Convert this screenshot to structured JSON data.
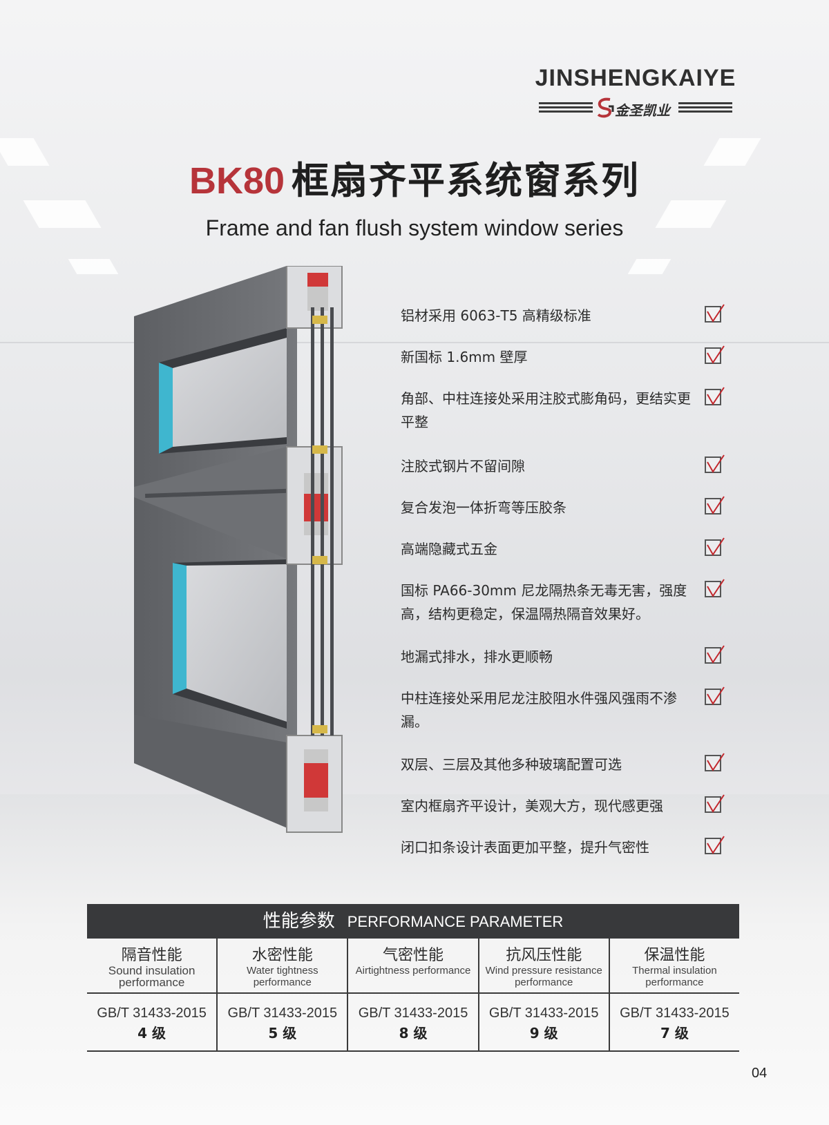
{
  "brand": {
    "name_en": "JINSHENGKAIYE",
    "name_cn": "金圣凯业"
  },
  "title": {
    "model": "BK80",
    "cn": "框扇齐平系统窗系列",
    "en": "Frame and fan flush system window series"
  },
  "features": [
    "铝材采用 6063-T5 高精级标准",
    "新国标 1.6mm 壁厚",
    "角部、中柱连接处采用注胶式膨角码，更结实更平整",
    "注胶式钢片不留间隙",
    "复合发泡一体折弯等压胶条",
    "高端隐藏式五金",
    "国标 PA66-30mm 尼龙隔热条无毒无害，强度高，结构更稳定，保温隔热隔音效果好。",
    "地漏式排水，排水更顺畅",
    "中柱连接处采用尼龙注胶阻水件强风强雨不渗漏。",
    "双层、三层及其他多种玻璃配置可选",
    "室内框扇齐平设计，美观大方，现代感更强",
    "闭口扣条设计表面更加平整，提升气密性"
  ],
  "performance": {
    "title_cn": "性能参数",
    "title_en": "PERFORMANCE PARAMETER",
    "columns": [
      {
        "cn": "隔音性能",
        "en": "Sound insulation performance",
        "standard": "GB/T 31433-2015",
        "grade": "4 级"
      },
      {
        "cn": "水密性能",
        "en": "Water tightness performance",
        "standard": "GB/T 31433-2015",
        "grade": "5 级"
      },
      {
        "cn": "气密性能",
        "en": "Airtightness performance",
        "standard": "GB/T 31433-2015",
        "grade": "8 级"
      },
      {
        "cn": "抗风压性能",
        "en": "Wind pressure resistance performance",
        "standard": "GB/T 31433-2015",
        "grade": "9 级"
      },
      {
        "cn": "保温性能",
        "en": "Thermal insulation performance",
        "standard": "GB/T 31433-2015",
        "grade": "7 级"
      }
    ]
  },
  "page_number": "04",
  "colors": {
    "accent_red": "#b6343a",
    "frame_gray": "#66686c",
    "glass_blue": "#3fb6cf",
    "header_dark": "#38393b"
  }
}
